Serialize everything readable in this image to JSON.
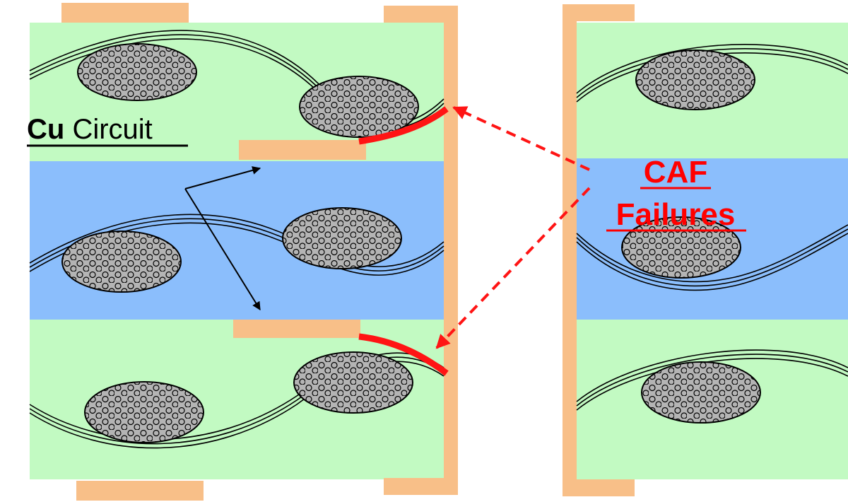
{
  "labels": {
    "cu_bold": "Cu",
    "cu_rest": " Circuit",
    "caf_line1": "CAF",
    "caf_line2": "Failures"
  },
  "colors": {
    "resin_green": "#c2fac2",
    "glass_blue": "#8bbefc",
    "copper": "#f8bf88",
    "fiber_fill": "#b4b4b4",
    "failure_red": "#ff1414",
    "label_red": "#ff0000"
  }
}
